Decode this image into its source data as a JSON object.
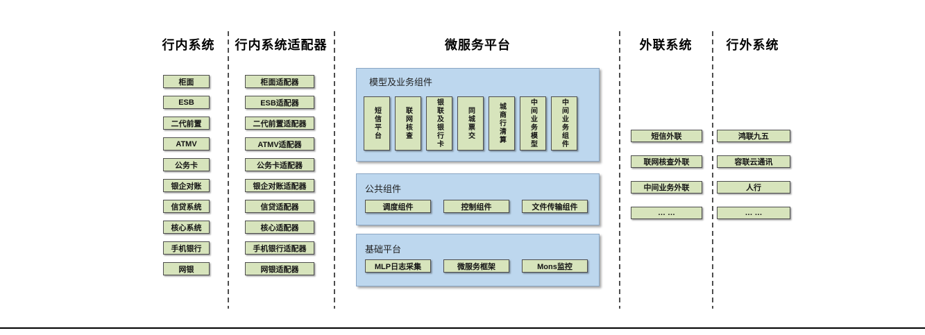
{
  "diagram": {
    "columns": [
      {
        "header": "行内系统",
        "items": [
          "柜面",
          "ESB",
          "二代前置",
          "ATMV",
          "公务卡",
          "银企对账",
          "信贷系统",
          "核心系统",
          "手机银行",
          "网银"
        ]
      },
      {
        "header": "行内系统适配器",
        "items": [
          "柜面适配器",
          "ESB适配器",
          "二代前置适配器",
          "ATMV适配器",
          "公务卡适配器",
          "银企对账适配器",
          "信贷适配器",
          "核心适配器",
          "手机银行适配器",
          "网银适配器"
        ]
      },
      {
        "header": "外联系统",
        "items": [
          "短信外联",
          "联网核查外联",
          "中间业务外联",
          "… …"
        ]
      },
      {
        "header": "行外系统",
        "items": [
          "鸿联九五",
          "容联云通讯",
          "人行",
          "… …"
        ]
      }
    ],
    "microservice": {
      "header": "微服务平台",
      "panels": [
        {
          "title": "模型及业务组件",
          "items": [
            "短信平台",
            "联网核查",
            "银联及银行卡",
            "同城票交",
            "城商行清算",
            "中间业务模型",
            "中间业务组件"
          ]
        },
        {
          "title": "公共组件",
          "items": [
            "调度组件",
            "控制组件",
            "文件传输组件"
          ]
        },
        {
          "title": "基础平台",
          "items": [
            "MLP日志采集",
            "微服务框架",
            "Mons监控"
          ]
        }
      ]
    },
    "colors": {
      "green_box_fill": "#d7e4bc",
      "green_box_border": "#4d4d4d",
      "blue_panel_fill": "#bdd7ee",
      "blue_panel_border": "#89a5c3",
      "separator": "#4d4d4d",
      "baseline": "#000000"
    }
  }
}
